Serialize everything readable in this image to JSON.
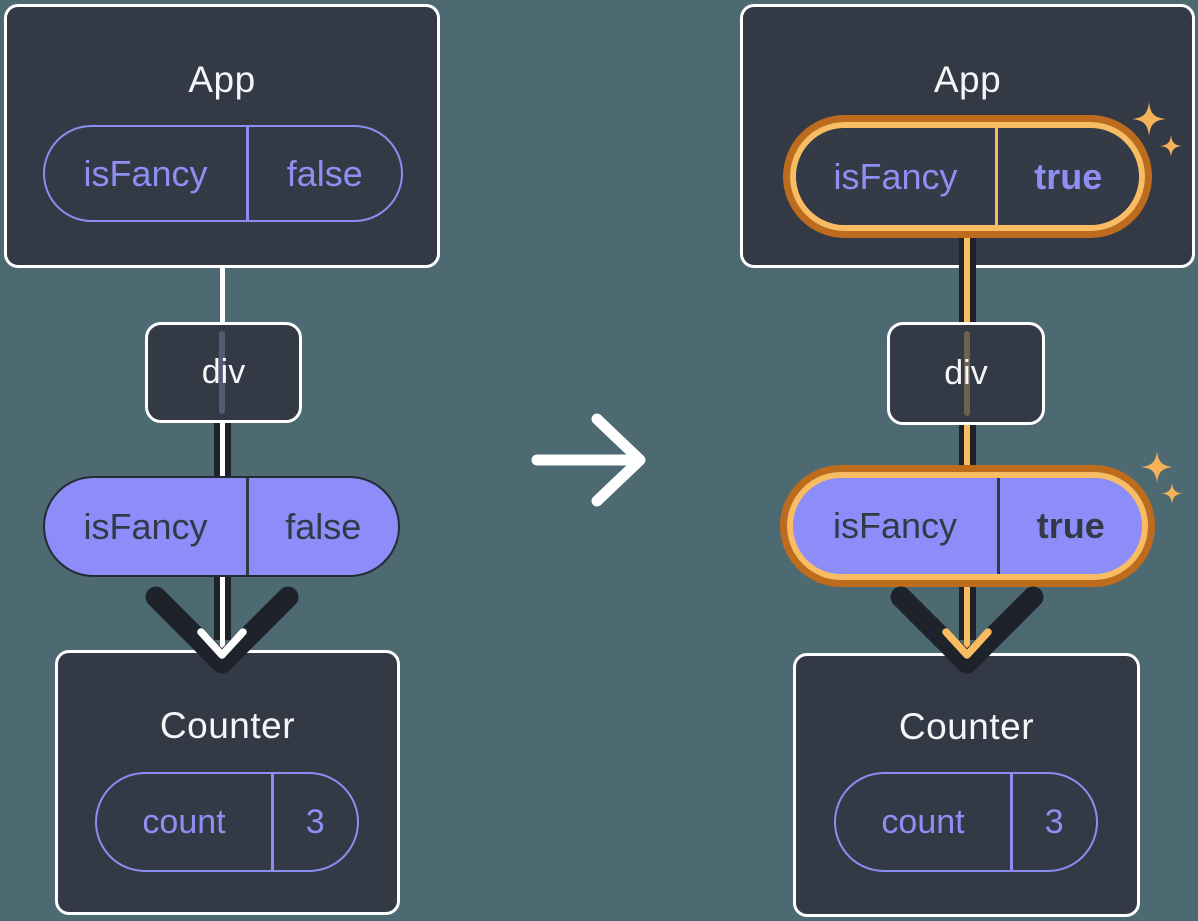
{
  "colors": {
    "background": "#4D6971",
    "card_fill": "#333A46",
    "card_border": "#FFFFFF",
    "purple_accent": "#8B8EF0",
    "purple_fill": "#8C8DF8",
    "dark_ink": "#1E222B",
    "highlight_ring_outer": "#BD6B1C",
    "highlight_ring_inner": "#F9BC62",
    "sparkle": "#F5B259"
  },
  "before": {
    "app": {
      "title": "App",
      "state_key": "isFancy",
      "state_value": "false"
    },
    "div_label": "div",
    "prop_key": "isFancy",
    "prop_value": "false",
    "counter": {
      "title": "Counter",
      "state_key": "count",
      "state_value": "3"
    }
  },
  "after": {
    "app": {
      "title": "App",
      "state_key": "isFancy",
      "state_value": "true"
    },
    "div_label": "div",
    "prop_key": "isFancy",
    "prop_value": "true",
    "counter": {
      "title": "Counter",
      "state_key": "count",
      "state_value": "3"
    }
  }
}
